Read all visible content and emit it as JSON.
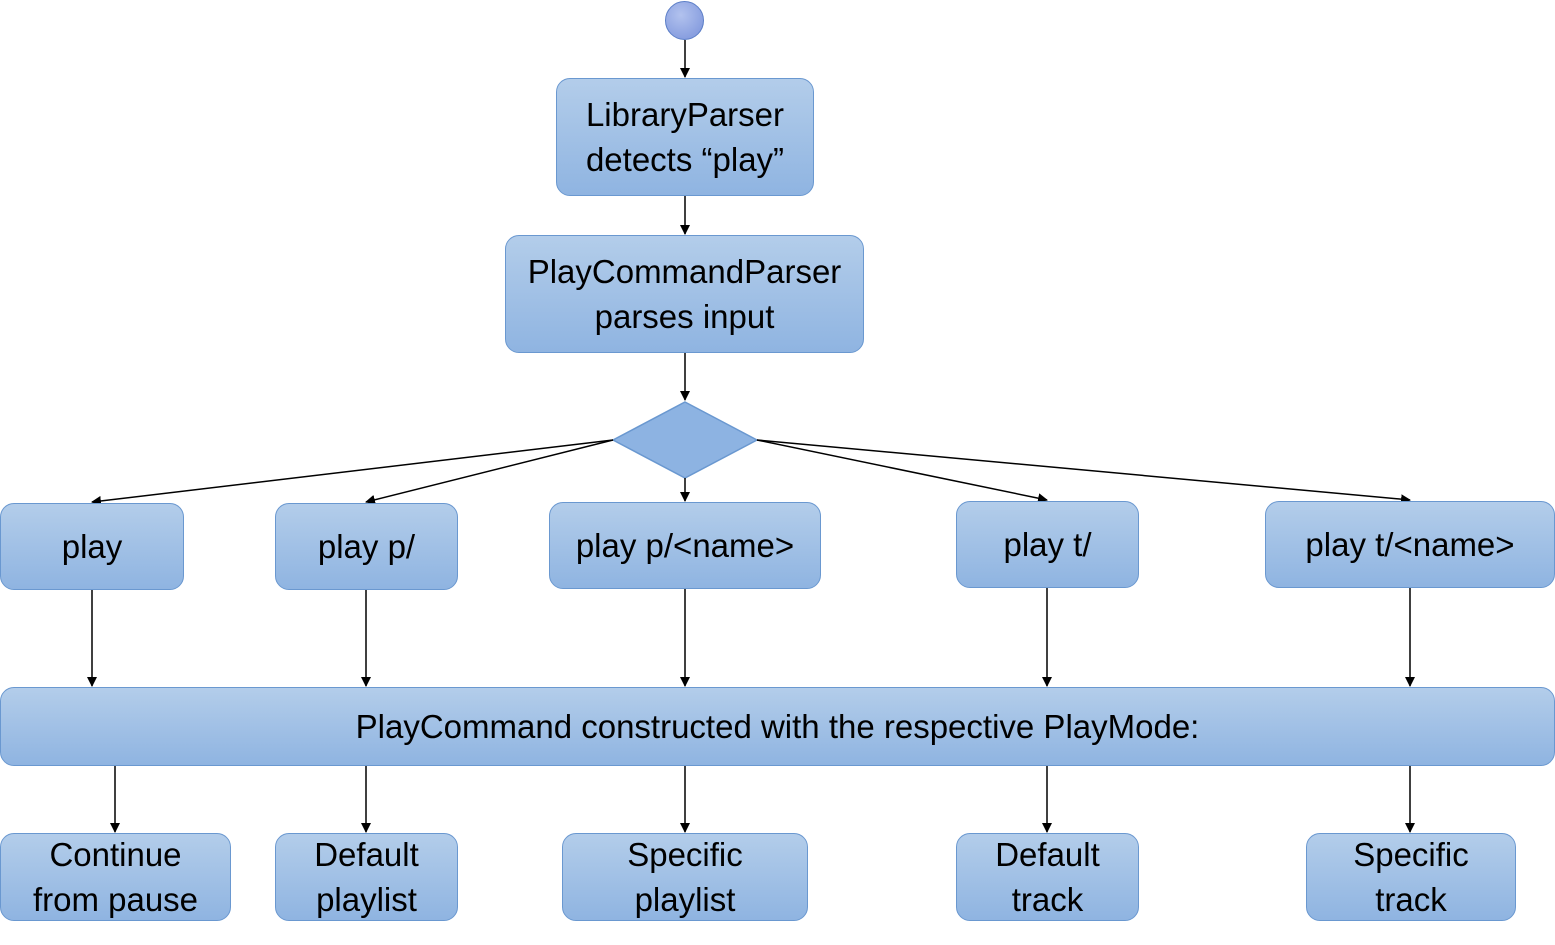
{
  "diagram": {
    "nodes": {
      "parser": "LibraryParser\ndetects “play”",
      "command_parser": "PlayCommandParser\nparses input",
      "opt_play": "play",
      "opt_play_p": "play p/",
      "opt_play_p_name": "play p/<name>",
      "opt_play_t": "play t/",
      "opt_play_t_name": "play t/<name>",
      "construct": "PlayCommand constructed with the respective PlayMode:",
      "mode_continue": "Continue\nfrom pause",
      "mode_default_playlist": "Default\nplaylist",
      "mode_specific_playlist": "Specific\nplaylist",
      "mode_default_track": "Default\ntrack",
      "mode_specific_track": "Specific\ntrack"
    },
    "colors": {
      "node_fill_top": "#b3cdea",
      "node_fill_bottom": "#8fb4e1",
      "node_border": "#6a98d0",
      "decision_fill": "#8db3e2",
      "start_fill": "#8aa0e0",
      "edge": "#000000"
    }
  }
}
